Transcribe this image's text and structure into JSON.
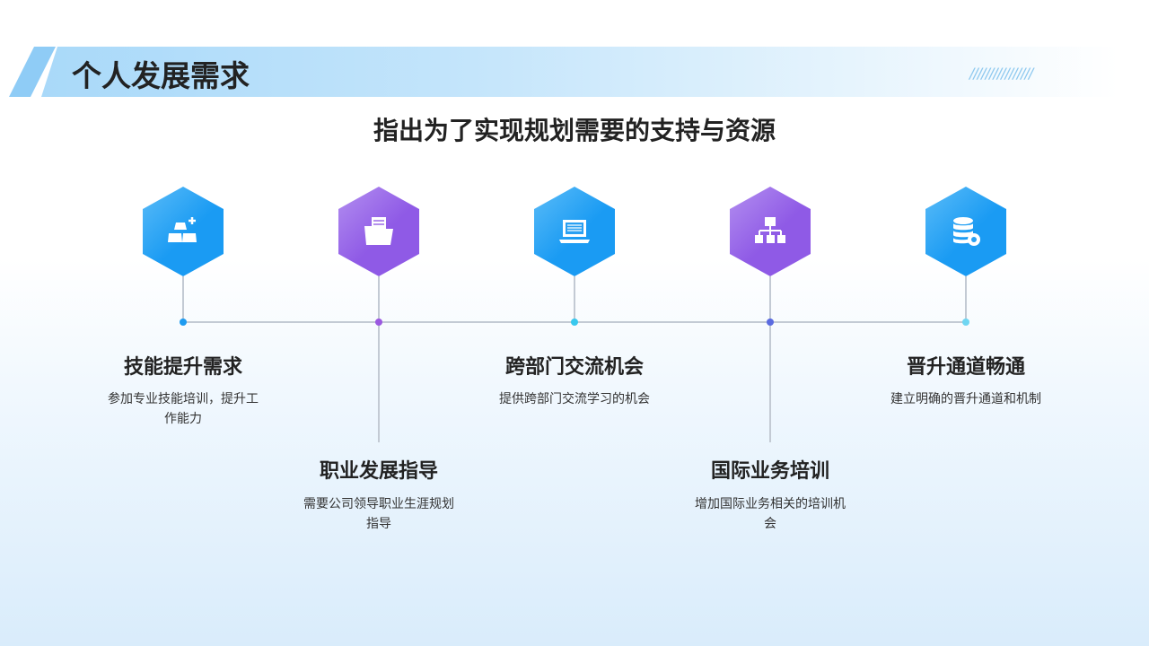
{
  "header": {
    "title": "个人发展需求",
    "stripes": "////////////////"
  },
  "subtitle": "指出为了实现规划需要的支持与资源",
  "items": [
    {
      "title": "技能提升需求",
      "desc": "参加专业技能培训，提升工作能力",
      "icon": "gold-bars-icon",
      "color": "#1e9bf0"
    },
    {
      "title": "职业发展指导",
      "desc": "需要公司领导职业生涯规划指导",
      "icon": "folder-icon",
      "color": "#9b59e0"
    },
    {
      "title": "跨部门交流机会",
      "desc": "提供跨部门交流学习的机会",
      "icon": "laptop-icon",
      "color": "#38c8ee"
    },
    {
      "title": "国际业务培训",
      "desc": "增加国际业务相关的培训机会",
      "icon": "org-chart-icon",
      "color": "#5b6be0"
    },
    {
      "title": "晋升通道畅通",
      "desc": "建立明确的晋升通道和机制",
      "icon": "database-gear-icon",
      "color": "#6fd6f2"
    }
  ]
}
